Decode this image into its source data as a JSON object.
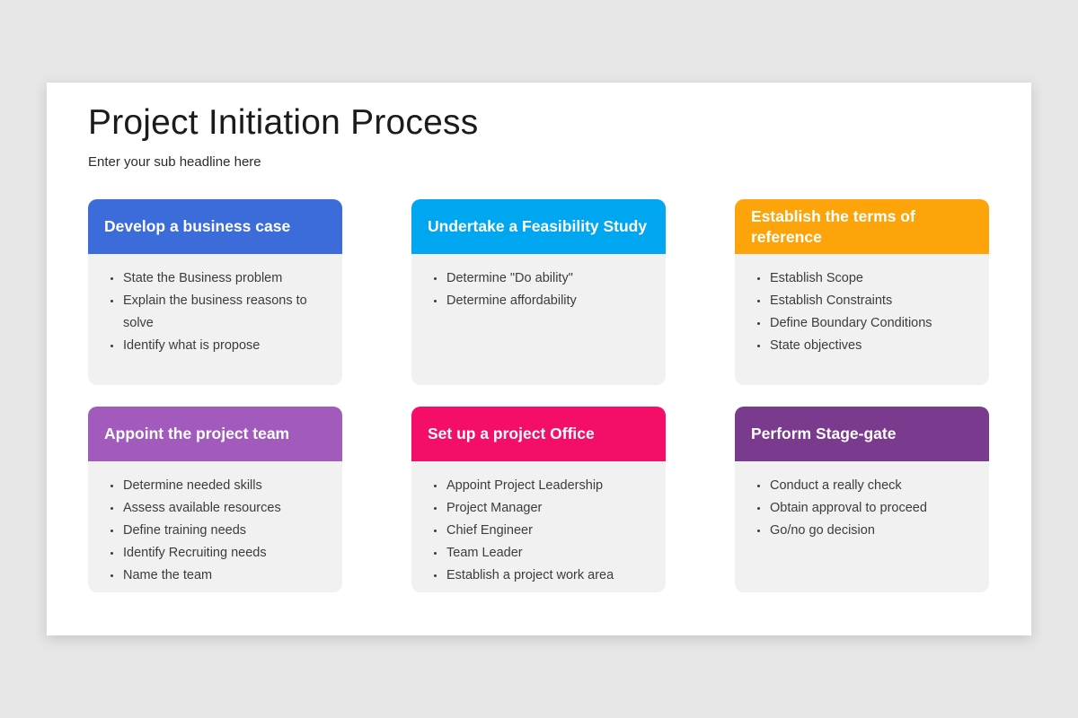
{
  "page": {
    "background": "#e7e6e6",
    "card_body_color": "#f1f1f2"
  },
  "slide": {
    "title": "Project Initiation Process",
    "subtitle": "Enter your sub headline here"
  },
  "cards": [
    {
      "title": "Develop a business case",
      "color": "#3b6cd9",
      "items": [
        "State the Business problem",
        "Explain the business reasons to solve",
        "Identify what is propose"
      ]
    },
    {
      "title": "Undertake a Feasibility Study",
      "color": "#00a6f0",
      "items": [
        "Determine \"Do ability\"",
        "Determine affordability"
      ]
    },
    {
      "title": "Establish the terms of reference",
      "color": "#fca409",
      "items": [
        "Establish Scope",
        "Establish Constraints",
        "Define Boundary Conditions",
        "State objectives"
      ]
    },
    {
      "title": "Appoint the project team",
      "color": "#a25bbd",
      "items": [
        "Determine needed skills",
        "Assess available resources",
        "Define training needs",
        "Identify Recruiting needs",
        "Name the team"
      ]
    },
    {
      "title": "Set up a project Office",
      "color": "#f40e67",
      "items": [
        "Appoint Project Leadership",
        "Project Manager",
        "Chief Engineer",
        "Team Leader",
        "Establish a project work area"
      ]
    },
    {
      "title": "Perform Stage-gate",
      "color": "#7a3a8e",
      "items": [
        "Conduct a really check",
        "Obtain approval to proceed",
        "Go/no go decision"
      ]
    }
  ]
}
